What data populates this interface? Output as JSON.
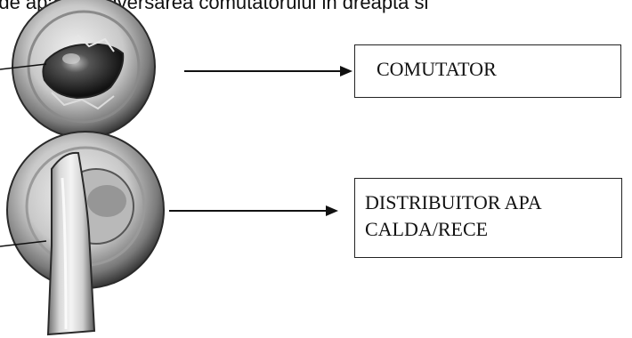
{
  "header_text": "e de apa prin inversarea comutatorului in dreapta si",
  "labels": {
    "switch": "COMUTATOR",
    "distributor_line1": "DISTRIBUITOR APA",
    "distributor_line2": "CALDA/RECE"
  }
}
